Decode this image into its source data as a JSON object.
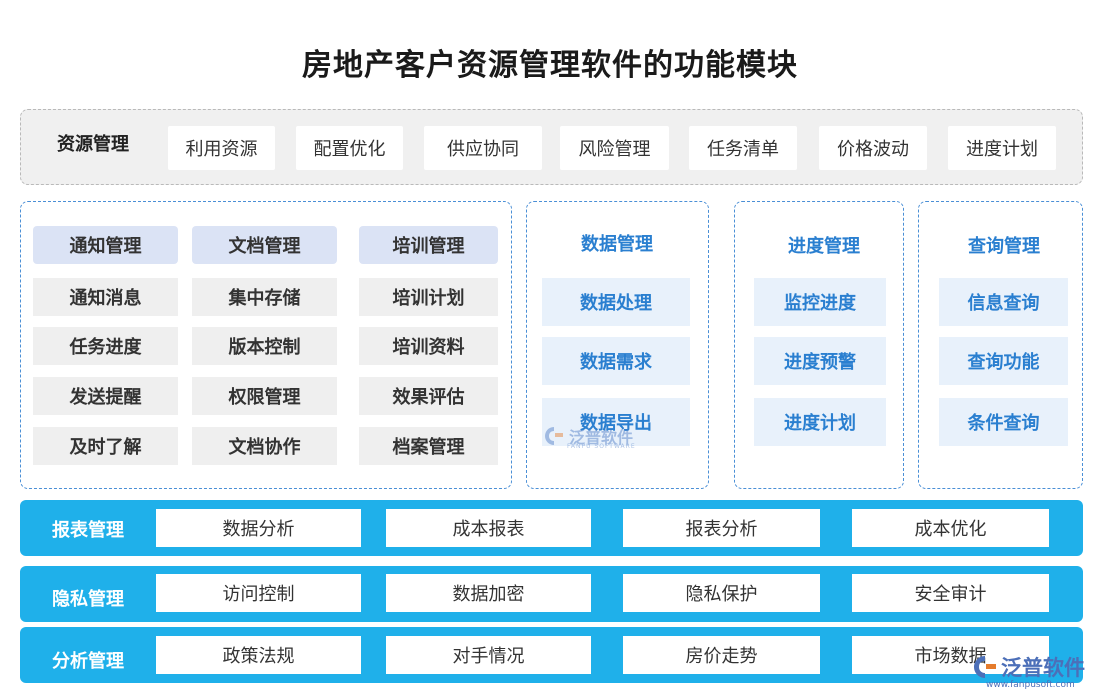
{
  "title": "房地产客户资源管理软件的功能模块",
  "resource": {
    "label": "资源管理",
    "items": [
      "利用资源",
      "配置优化",
      "供应协同",
      "风险管理",
      "任务清单",
      "价格波动",
      "进度计划"
    ]
  },
  "left_panel": {
    "columns": [
      {
        "head": "通知管理",
        "items": [
          "通知消息",
          "任务进度",
          "发送提醒",
          "及时了解"
        ]
      },
      {
        "head": "文档管理",
        "items": [
          "集中存储",
          "版本控制",
          "权限管理",
          "文档协作"
        ]
      },
      {
        "head": "培训管理",
        "items": [
          "培训计划",
          "培训资料",
          "效果评估",
          "档案管理"
        ]
      }
    ]
  },
  "data_panel": {
    "head": "数据管理",
    "items": [
      "数据处理",
      "数据需求",
      "数据导出"
    ]
  },
  "progress_panel": {
    "head": "进度管理",
    "items": [
      "监控进度",
      "进度预警",
      "进度计划"
    ]
  },
  "query_panel": {
    "head": "查询管理",
    "items": [
      "信息查询",
      "查询功能",
      "条件查询"
    ]
  },
  "bars": [
    {
      "label": "报表管理",
      "items": [
        "数据分析",
        "成本报表",
        "报表分析",
        "成本优化"
      ]
    },
    {
      "label": "隐私管理",
      "items": [
        "访问控制",
        "数据加密",
        "隐私保护",
        "安全审计"
      ]
    },
    {
      "label": "分析管理",
      "items": [
        "政策法规",
        "对手情况",
        "房价走势",
        "市场数据"
      ]
    }
  ],
  "watermark": {
    "brand": "泛普软件",
    "brand_en": "FANPU SOFTWARE",
    "url": "www.fanpusoft.com"
  },
  "colors": {
    "accent_blue": "#2a7fd0",
    "bar_cyan": "#1fb0ea",
    "panel_border": "#4a8fd6"
  }
}
